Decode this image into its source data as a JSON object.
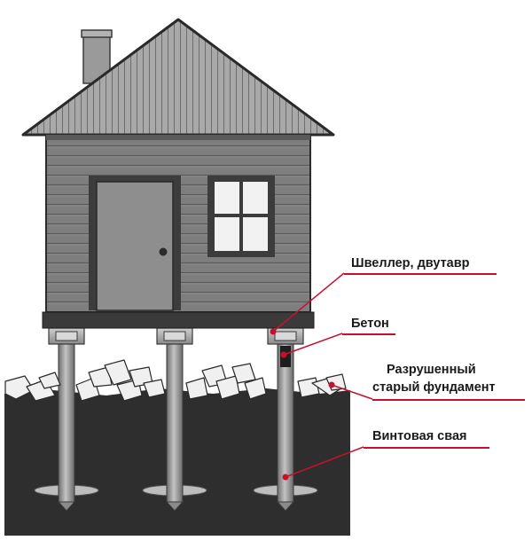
{
  "labels": {
    "channel": "Швеллер, двутавр",
    "concrete": "Бетон",
    "old_foundation_line1": "Разрушенный",
    "old_foundation_line2": "старый фундамент",
    "screw_pile": "Винтовая свая"
  },
  "colors": {
    "leader": "#c8102e",
    "ground": "#2e2e2e",
    "wall": "#7c7c7c",
    "roof": "#a2a2a2",
    "outline": "#2a2a2a",
    "pile": "#9a9a9a"
  },
  "icons": {
    "door_knob": "circle",
    "leader_end": "dot"
  }
}
